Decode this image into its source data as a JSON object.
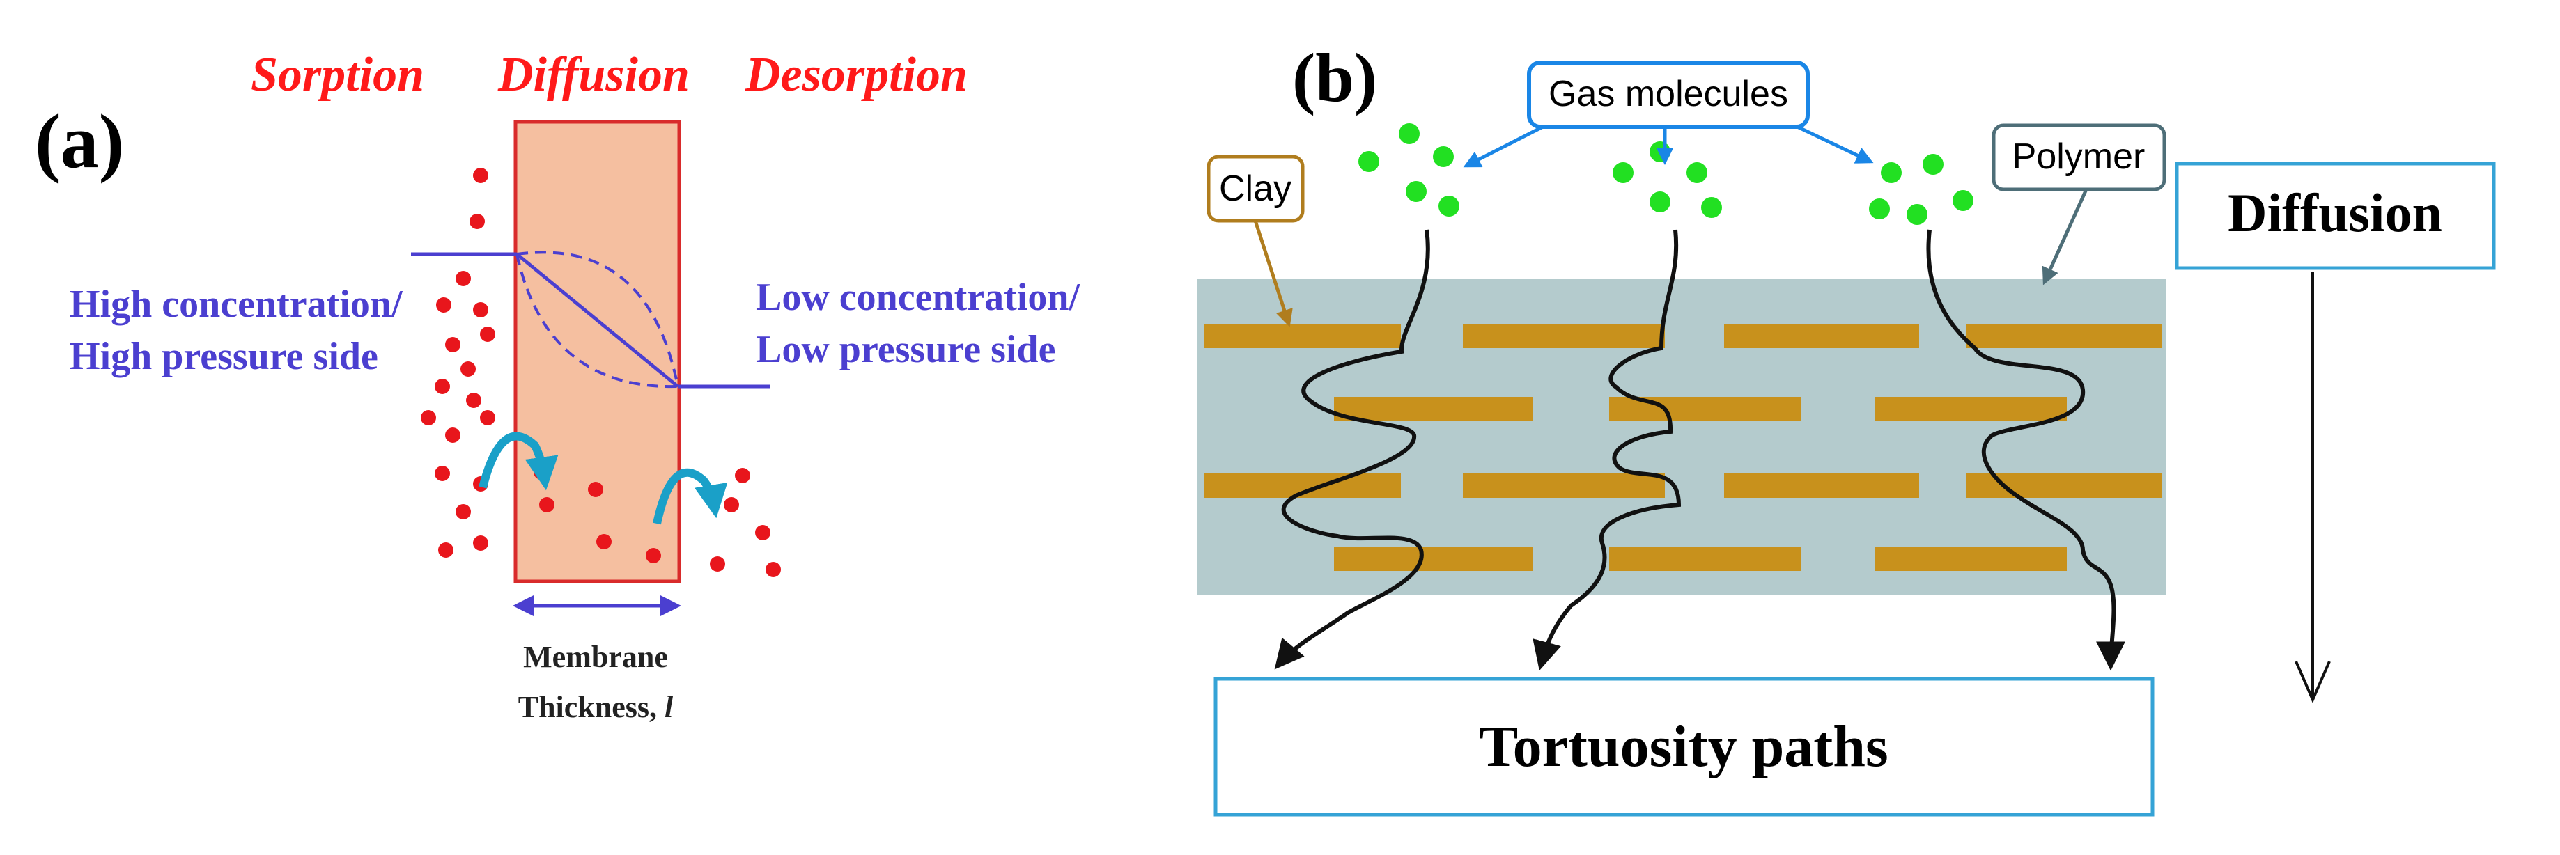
{
  "panel_a": {
    "label": "(a)",
    "stage_sorption": "Sorption",
    "stage_diffusion": "Diffusion",
    "stage_desorption": "Desorption",
    "high_side_line1": "High concentration/",
    "high_side_line2": "High pressure side",
    "low_side_line1": "Low concentration/",
    "low_side_line2": "Low pressure side",
    "thickness_line1": "Membrane",
    "thickness_line2": "Thickness, ",
    "thickness_symbol": "l"
  },
  "panel_b": {
    "label": "(b)",
    "gas_label": "Gas molecules",
    "clay_label": "Clay",
    "polymer_label": "Polymer",
    "paths_label": "Tortuosity paths",
    "diffusion_label": "Diffusion"
  },
  "colors": {
    "stage_text": "#ff1a1a",
    "blue_text": "#4b3fd0",
    "membrane_fill": "#f5bfa0",
    "membrane_border": "#d92b2b",
    "molecule_red": "#e8161c",
    "arrow_cyan": "#1aa0c8",
    "gas_green": "#22e022",
    "polymer_matrix": "#b4cbcd",
    "clay_platelet": "#c8911c",
    "callout_blue": "#1a86e6",
    "clay_callout": "#b07d1e",
    "polymer_callout": "#4e6e78",
    "box_border": "#35a3d6"
  }
}
